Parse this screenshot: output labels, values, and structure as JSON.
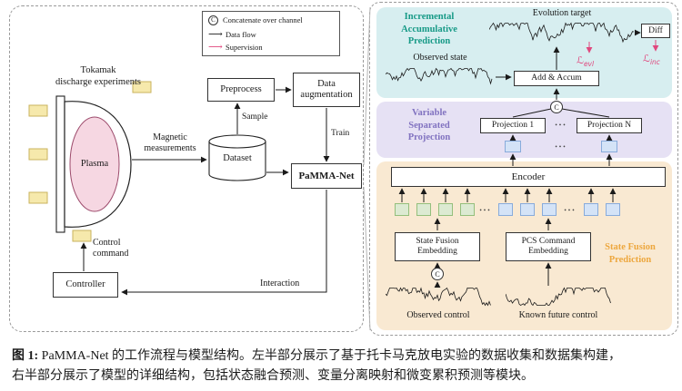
{
  "legend": {
    "c_symbol": "C",
    "concat_label": "Concatenate over channel",
    "dataflow_label": "Data flow",
    "supervision_label": "Supervision"
  },
  "left_panel": {
    "tokamak_caption": "Tokamak\ndischarge experiments",
    "plasma_label": "Plasma",
    "magnetic_label": "Magnetic\nmeasurements",
    "preprocess_label": "Preprocess",
    "data_augmentation_label": "Data\naugmentation",
    "sample_label": "Sample",
    "train_label": "Train",
    "dataset_label": "Dataset",
    "pamma_net_label": "PaMMA-Net",
    "control_command_label": "Control\ncommand",
    "controller_label": "Controller",
    "interaction_label": "Interaction"
  },
  "right_panel": {
    "iap": {
      "title": "Incremental\nAccumulative\nPrediction",
      "evolution_target_label": "Evolution target",
      "observed_state_label": "Observed state",
      "diff_label": "Diff",
      "add_accum_label": "Add & Accum",
      "loss_evolution": {
        "symbol": "ℒ",
        "sub": "evl"
      },
      "loss_incremental": {
        "symbol": "ℒ",
        "sub": "inc"
      }
    },
    "vsp": {
      "title": "Variable\nSeparated\nProjection",
      "projection_1_label": "Projection 1",
      "projection_n_label": "Projection N",
      "dots": "•••",
      "c_symbol": "C"
    },
    "sfp": {
      "title": "State Fusion\nPrediction",
      "encoder_label": "Encoder",
      "state_fusion_embedding_label": "State Fusion\nEmbedding",
      "pcs_command_embedding_label": "PCS Command\nEmbedding",
      "observed_control_label": "Observed control",
      "known_future_control_label": "Known future control",
      "dots": "•••",
      "c_symbol": "C"
    }
  },
  "caption": {
    "label": "图 1:",
    "text": " PaMMA-Net 的工作流程与模型结构。左半部分展示了基于托卡马克放电实验的数据收集和数据集构建，\n右半部分展示了模型的详细结构，包括状态融合预测、变量分离映射和微变累积预测等模块。"
  },
  "colors": {
    "iap_title": "#179a87",
    "vsp_title": "#8172c0",
    "sfp_title": "#eda73e",
    "supervision_pink": "#e0487e",
    "iap_bg": "#d7eef0",
    "vsp_bg": "#e6e1f4",
    "sfp_bg": "#f9e9d2"
  }
}
